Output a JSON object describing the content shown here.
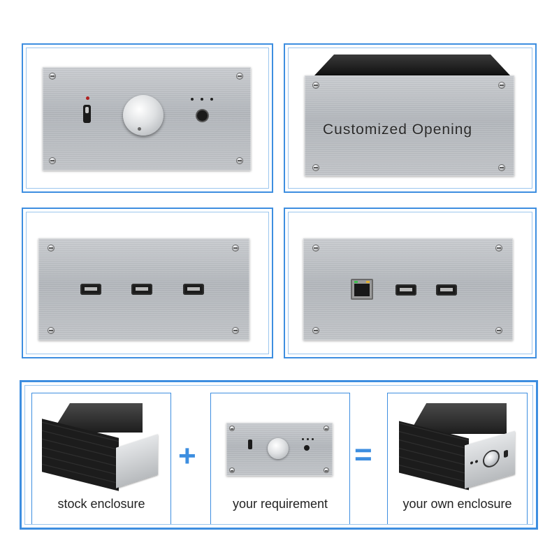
{
  "panels": {
    "custom_opening_text": "Customized Opening"
  },
  "combo": {
    "stock_label": "stock enclosure",
    "plus_symbol": "+",
    "requirement_label": "your requirement",
    "equals_symbol": "=",
    "result_label": "your own enclosure"
  },
  "colors": {
    "accent": "#3d8ee0",
    "panel_silver": "#b8bcc0",
    "enclosure_black": "#222222"
  }
}
